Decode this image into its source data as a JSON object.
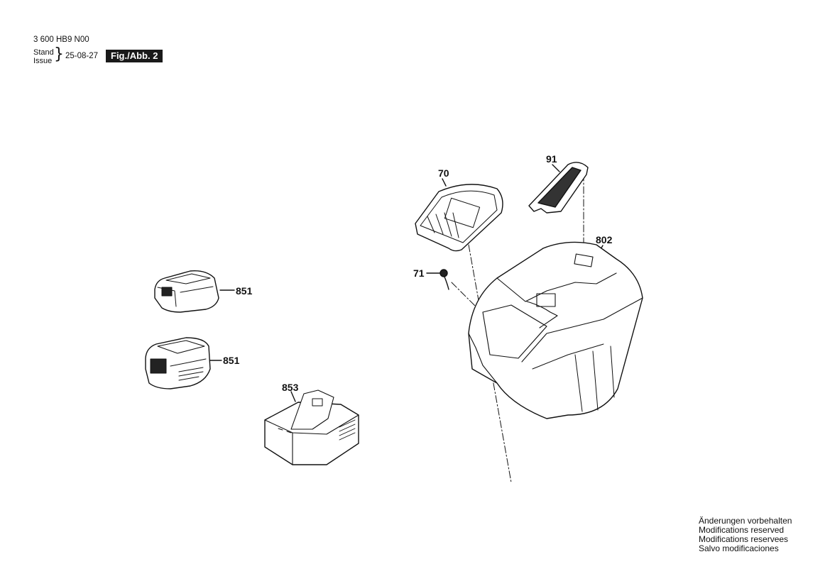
{
  "header": {
    "part_code": "3 600 HB9 N00",
    "stand_label": "Stand",
    "issue_label": "Issue",
    "date": "25-08-27",
    "figure_label": "Fig./Abb. 2"
  },
  "callouts": {
    "c70": "70",
    "c91": "91",
    "c802": "802",
    "c71": "71",
    "c851a": "851",
    "c851b": "851",
    "c853": "853"
  },
  "footer_notes": [
    "Änderungen vorbehalten",
    "Modifications reserved",
    "Modifications reservees",
    "Salvo modificaciones"
  ]
}
